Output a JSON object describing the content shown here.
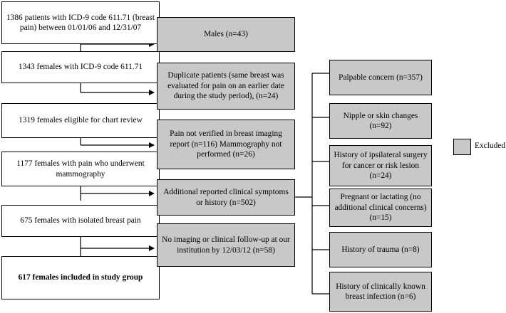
{
  "flow": {
    "main": [
      "1386 patients with ICD-9 code 611.71 (breast pain) between 01/01/06 and 12/31/07",
      "1343 females with ICD-9 code 611.71",
      "1319 females eligible for chart review",
      "1177 females with pain who underwent mammography",
      "675 females with isolated breast pain",
      "617 females included in study group"
    ],
    "excluded": [
      "Males (n=43)",
      "Duplicate patients (same breast was evaluated for pain on an earlier date during the study period), (n=24)",
      "Pain not verified in breast imaging report (n=116) Mammography not performed (n=26)",
      "Additional reported clinical symptoms or history (n=502)",
      "No imaging or clinical follow-up at our institution by 12/03/12 (n=58)"
    ],
    "details": [
      "Palpable concern (n=357)",
      "Nipple or skin changes (n=92)",
      "History of ipsilateral surgery for cancer or risk lesion (n=24)",
      "Pregnant or lactating (no additional clinical concerns) (n=15)",
      "History of trauma (n=8)",
      "History of clinically known breast infection (n=6)"
    ]
  },
  "legend": {
    "label": "Excluded",
    "color": "#c8c8c8"
  }
}
